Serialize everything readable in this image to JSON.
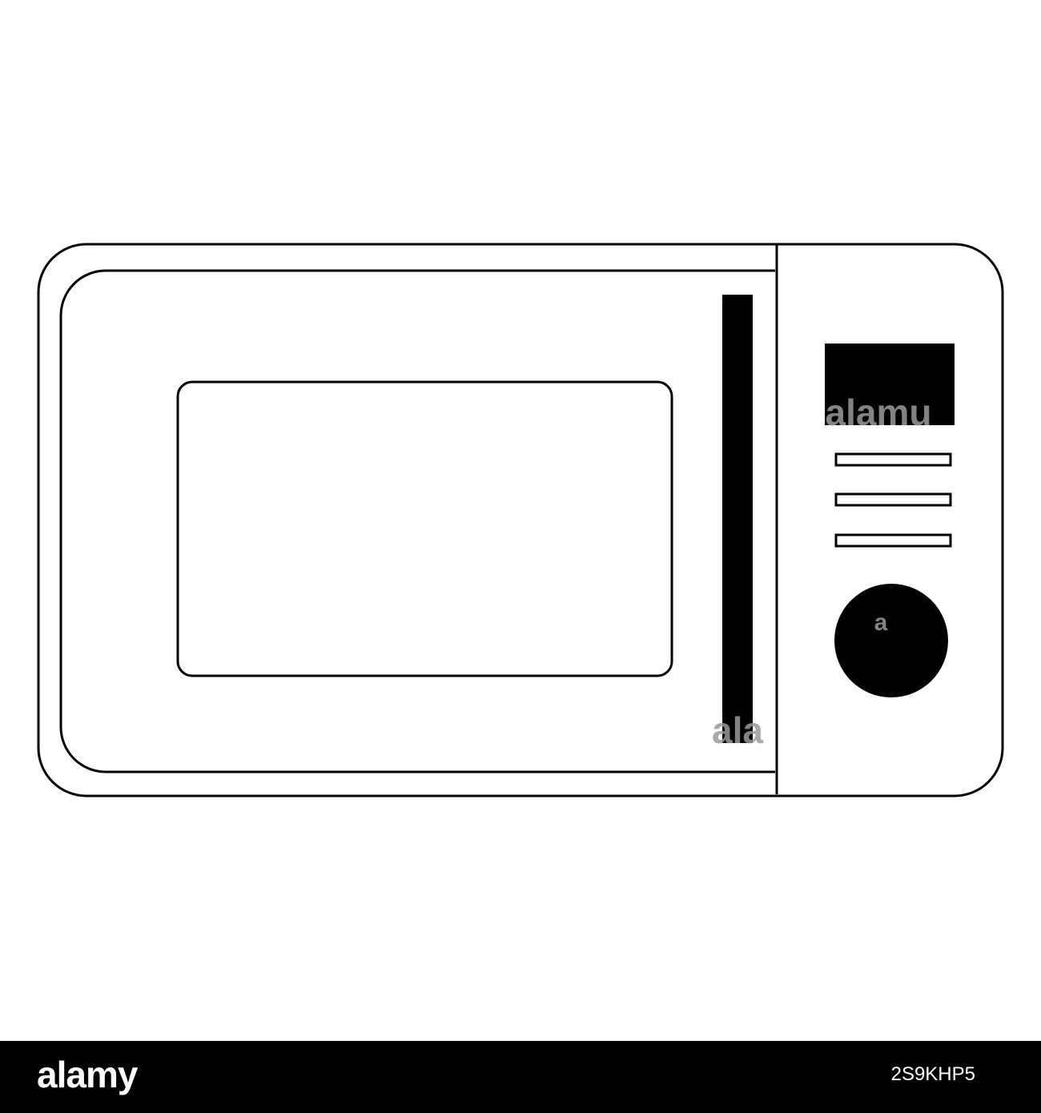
{
  "illustration": {
    "subject": "microwave-oven",
    "colors": {
      "background": "#ffffff",
      "stroke": "#000000",
      "fill_dark": "#000000",
      "watermark": "#9a9a9a",
      "footer_bar": "#000000",
      "footer_text": "#ffffff"
    }
  },
  "watermark": {
    "display_text": "alamu",
    "knob_text": "a",
    "handle_text": "ala"
  },
  "footer": {
    "logo": "alamy",
    "image_id": "2S9KHP5"
  }
}
